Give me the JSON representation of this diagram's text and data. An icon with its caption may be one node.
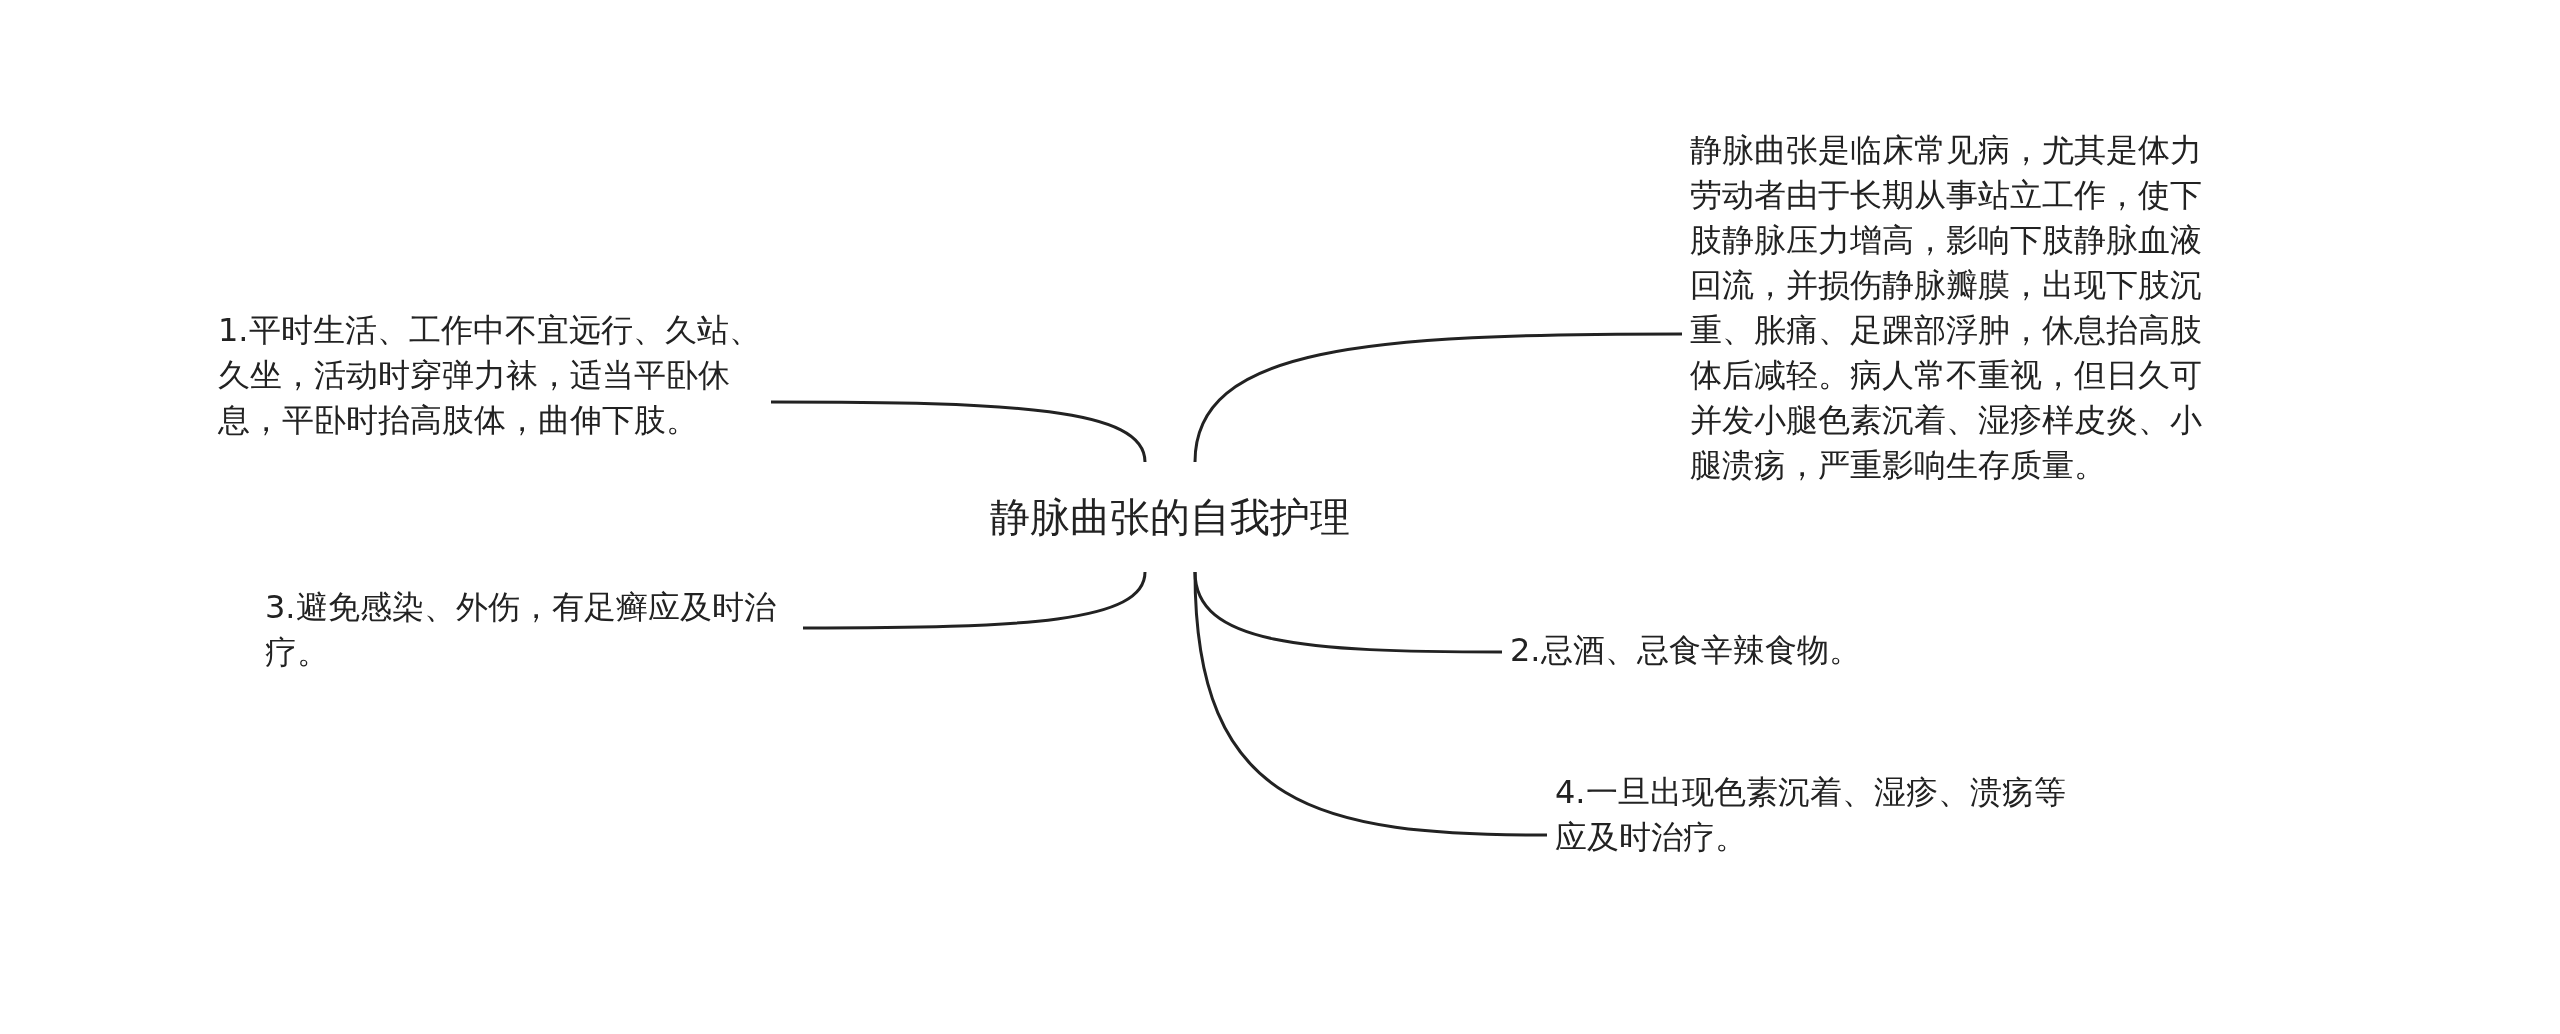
{
  "diagram": {
    "nodes": [
      {
        "text": [
          "静脉曲张的自我护理"
        ]
      },
      {
        "text": [
          "静脉曲张是临床常见病，尤其是体力劳动者由于长期从事站立工作，使下肢静脉压力增高，影响下肢静脉血液回流，并损伤静脉瓣膜，出现下肢沉重、胀痛、足踝部浮肿，休息抬高肢体后减轻。病人常不重视，但日久可并发小腿色素沉着、湿疹样皮炎、小腿溃疡，严重影响生存质量。"
        ]
      },
      {
        "text": [
          "1.平时生活、工作中不宜远行、久站、久坐，活动时穿弹力袜，适当平卧休息，平卧时抬高肢体，曲伸下肢。"
        ]
      },
      {
        "text": [
          "3.避免感染、外伤，有足癣应及时治疗。"
        ]
      },
      {
        "text": [
          "2.忌酒、忌食辛辣食物。"
        ]
      },
      {
        "text": [
          "4.一旦出现色素沉着、湿疹、溃疡等应及时治疗。"
        ]
      }
    ],
    "edges": [
      {
        "from": 0,
        "to": 1,
        "arrow": "none"
      },
      {
        "from": 0,
        "to": 2,
        "arrow": "none"
      },
      {
        "from": 0,
        "to": 3,
        "arrow": "none"
      },
      {
        "from": 0,
        "to": 4,
        "arrow": "none"
      },
      {
        "from": 0,
        "to": 5,
        "arrow": "none"
      }
    ]
  }
}
